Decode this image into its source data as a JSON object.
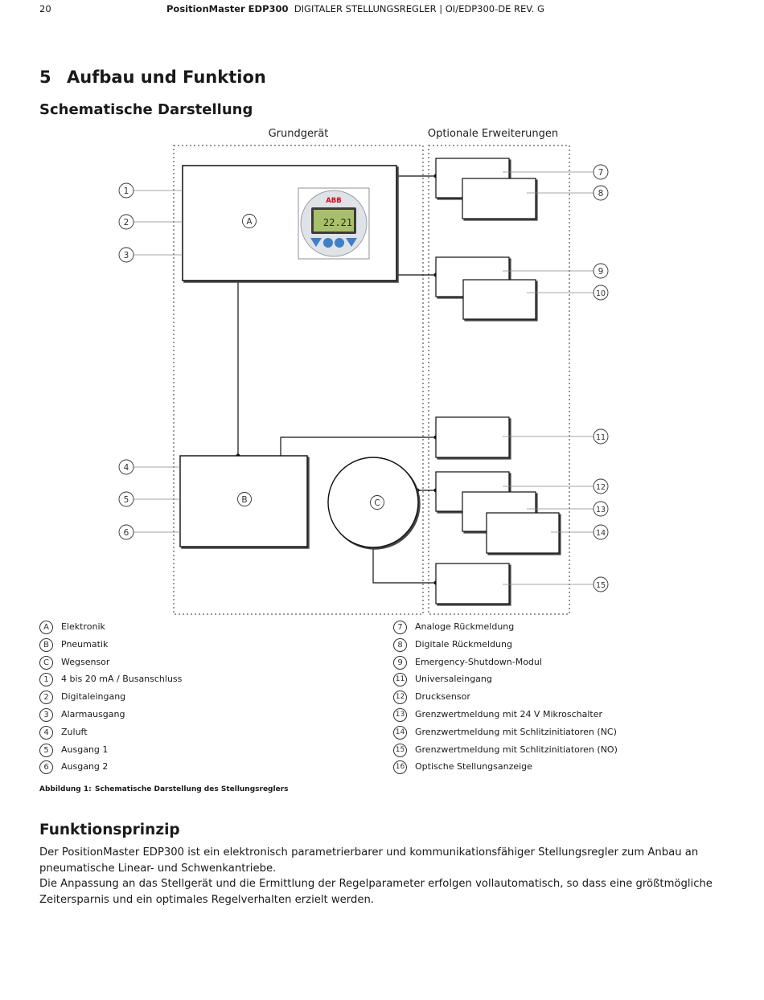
{
  "header": {
    "page_number": "20",
    "product": "PositionMaster EDP300",
    "rest": "DIGITALER STELLUNGSREGLER  |  OI/EDP300-DE REV. G"
  },
  "section": {
    "number": "5",
    "title": "Aufbau und Funktion"
  },
  "subheading": "Schematische Darstellung",
  "diagram": {
    "group_left": "Grundgerät",
    "group_right": "Optionale Erweiterungen",
    "block_a": "A",
    "block_b": "B",
    "block_c": "C",
    "display_brand": "ABB",
    "display_value": "22.21",
    "callouts_left": [
      "1",
      "2",
      "3",
      "4",
      "5",
      "6"
    ],
    "callouts_right": [
      "7",
      "8",
      "9",
      "10",
      "11",
      "12",
      "13",
      "14",
      "15"
    ]
  },
  "legend_left": [
    {
      "key": "A",
      "text": "Elektronik"
    },
    {
      "key": "B",
      "text": "Pneumatik"
    },
    {
      "key": "C",
      "text": "Wegsensor"
    },
    {
      "key": "1",
      "text": "4 bis 20 mA / Busanschluss"
    },
    {
      "key": "2",
      "text": "Digitaleingang"
    },
    {
      "key": "3",
      "text": "Alarmausgang"
    },
    {
      "key": "4",
      "text": "Zuluft"
    },
    {
      "key": "5",
      "text": "Ausgang 1"
    },
    {
      "key": "6",
      "text": "Ausgang 2"
    }
  ],
  "legend_right": [
    {
      "key": "7",
      "text": "Analoge Rückmeldung"
    },
    {
      "key": "8",
      "text": "Digitale Rückmeldung"
    },
    {
      "key": "9",
      "text": "Emergency-Shutdown-Modul"
    },
    {
      "key": "11",
      "text": "Universaleingang"
    },
    {
      "key": "12",
      "text": "Drucksensor"
    },
    {
      "key": "13",
      "text": "Grenzwertmeldung mit 24 V Mikroschalter"
    },
    {
      "key": "14",
      "text": "Grenzwertmeldung mit Schlitzinitiatoren (NC)"
    },
    {
      "key": "15",
      "text": "Grenzwertmeldung mit Schlitzinitiatoren (NO)"
    },
    {
      "key": "16",
      "text": "Optische Stellungsanzeige"
    }
  ],
  "caption": {
    "label": "Abbildung 1:",
    "text": "Schematische Darstellung des Stellungsreglers"
  },
  "heading2": "Funktionsprinzip",
  "paragraph": {
    "p1": "Der PositionMaster EDP300  ist ein elektronisch parametrierbarer und kommunikationsfähiger Stellungsregler zum Anbau an pneumatische Linear- und Schwenkantriebe.",
    "p2": "Die Anpassung an das Stellgerät und die Ermittlung der Regelparameter erfolgen vollautomatisch, so dass eine größtmögliche Zeitersparnis und ein optimales Regelverhalten erzielt werden."
  }
}
